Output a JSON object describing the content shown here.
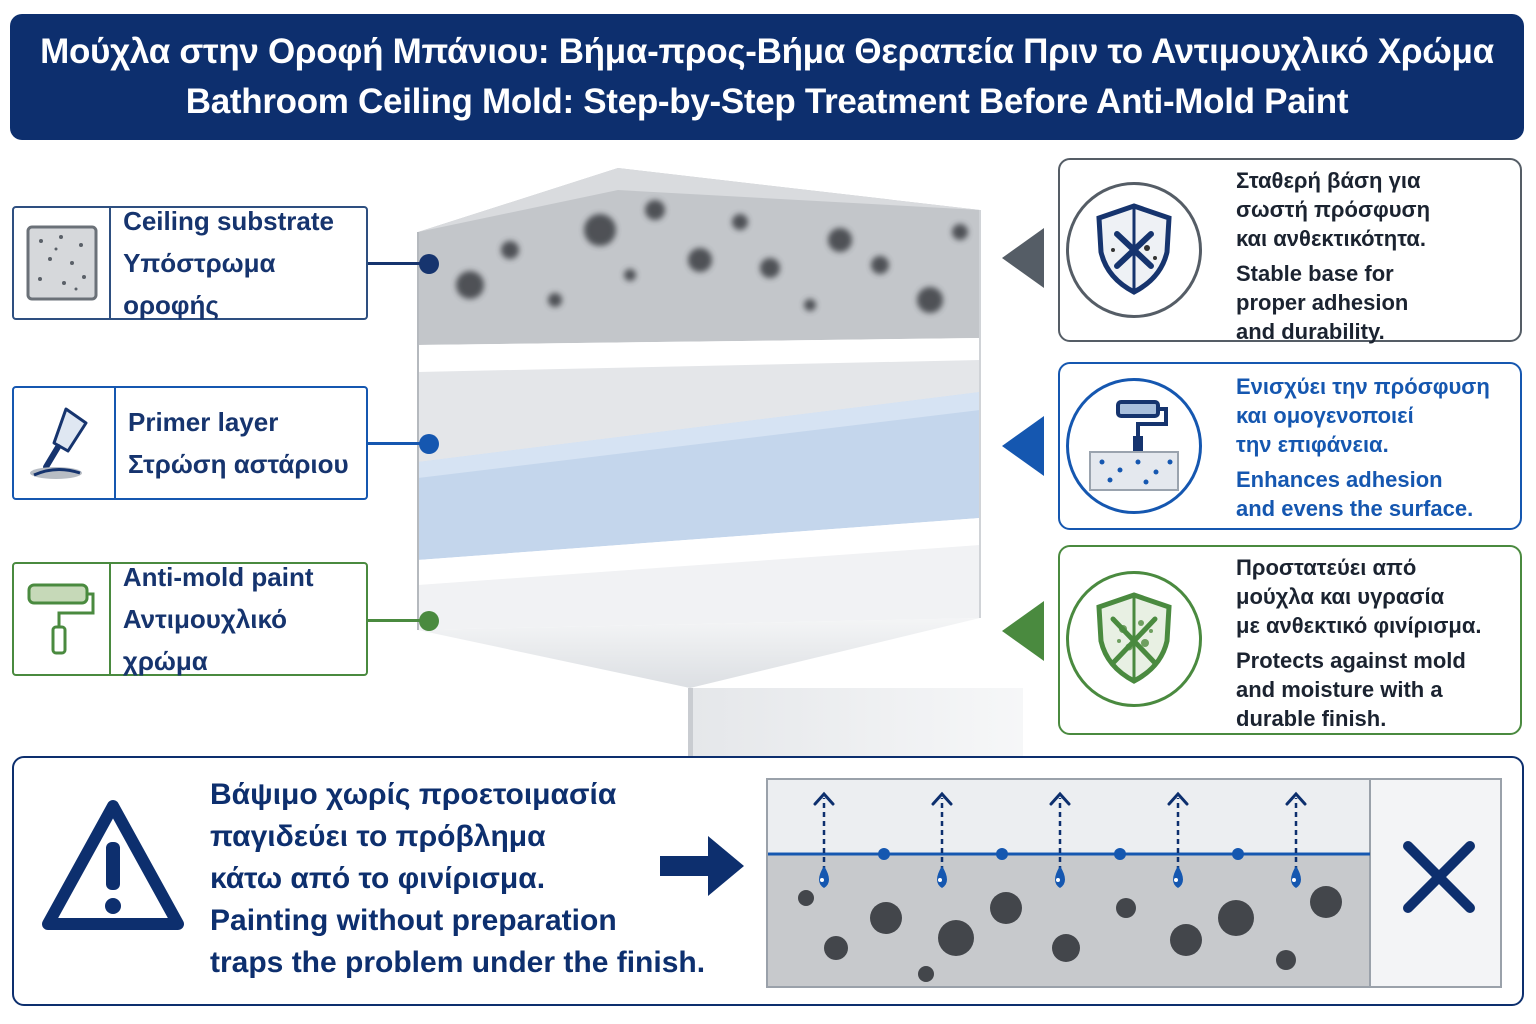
{
  "header": {
    "title_el": "Μούχλα στην Οροφή Μπάνιου: Βήμα-προς-Βήμα Θεραπεία Πριν το Αντιμουχλικό Χρώμα",
    "title_en": "Bathroom Ceiling Mold: Step-by-Step Treatment Before Anti-Mold Paint"
  },
  "layers": [
    {
      "label_en": "Ceiling substrate",
      "label_el": "Υπόστρωμα οροφής",
      "color": "#2e4f80"
    },
    {
      "label_en": "Primer layer",
      "label_el": "Στρώση αστάριου",
      "color": "#1557b0"
    },
    {
      "label_en": "Anti-mold paint",
      "label_el": "Αντιμουχλικό χρώμα",
      "color": "#4a8a3f"
    }
  ],
  "benefits": [
    {
      "el": [
        "Σταθερή βάση για",
        "σωστή πρόσφυση",
        "και ανθεκτικότητα."
      ],
      "en": [
        "Stable base for",
        "proper adhesion",
        "and durability."
      ],
      "color": "#555d66",
      "icon": "shield-icon"
    },
    {
      "el": [
        "Ενισχύει την πρόσφυση",
        "και ομογενοποιεί",
        "την επιφάνεια."
      ],
      "en": [
        "Enhances adhesion",
        "and evens the surface."
      ],
      "color": "#1557b0",
      "icon": "paint-roller-icon"
    },
    {
      "el": [
        "Προστατεύει από",
        "μούχλα και υγρασία",
        "με ανθεκτικό φινίρισμα."
      ],
      "en": [
        "Protects against mold",
        "and moisture with a",
        "durable finish."
      ],
      "color": "#4a8a3f",
      "icon": "mold-shield-icon"
    }
  ],
  "warning": {
    "el": [
      "Βάψιμο χωρίς προετοιμασία",
      "παγιδεύει το πρόβλημα",
      "κάτω από το φινίρισμα."
    ],
    "en": [
      "Painting without preparation",
      "traps the problem under the finish."
    ],
    "icon": "warning-icon",
    "result_icon": "cross-icon"
  },
  "colors": {
    "navy": "#0d2f6e",
    "blue": "#1557b0",
    "green": "#4a8a3f",
    "gray": "#555d66"
  }
}
